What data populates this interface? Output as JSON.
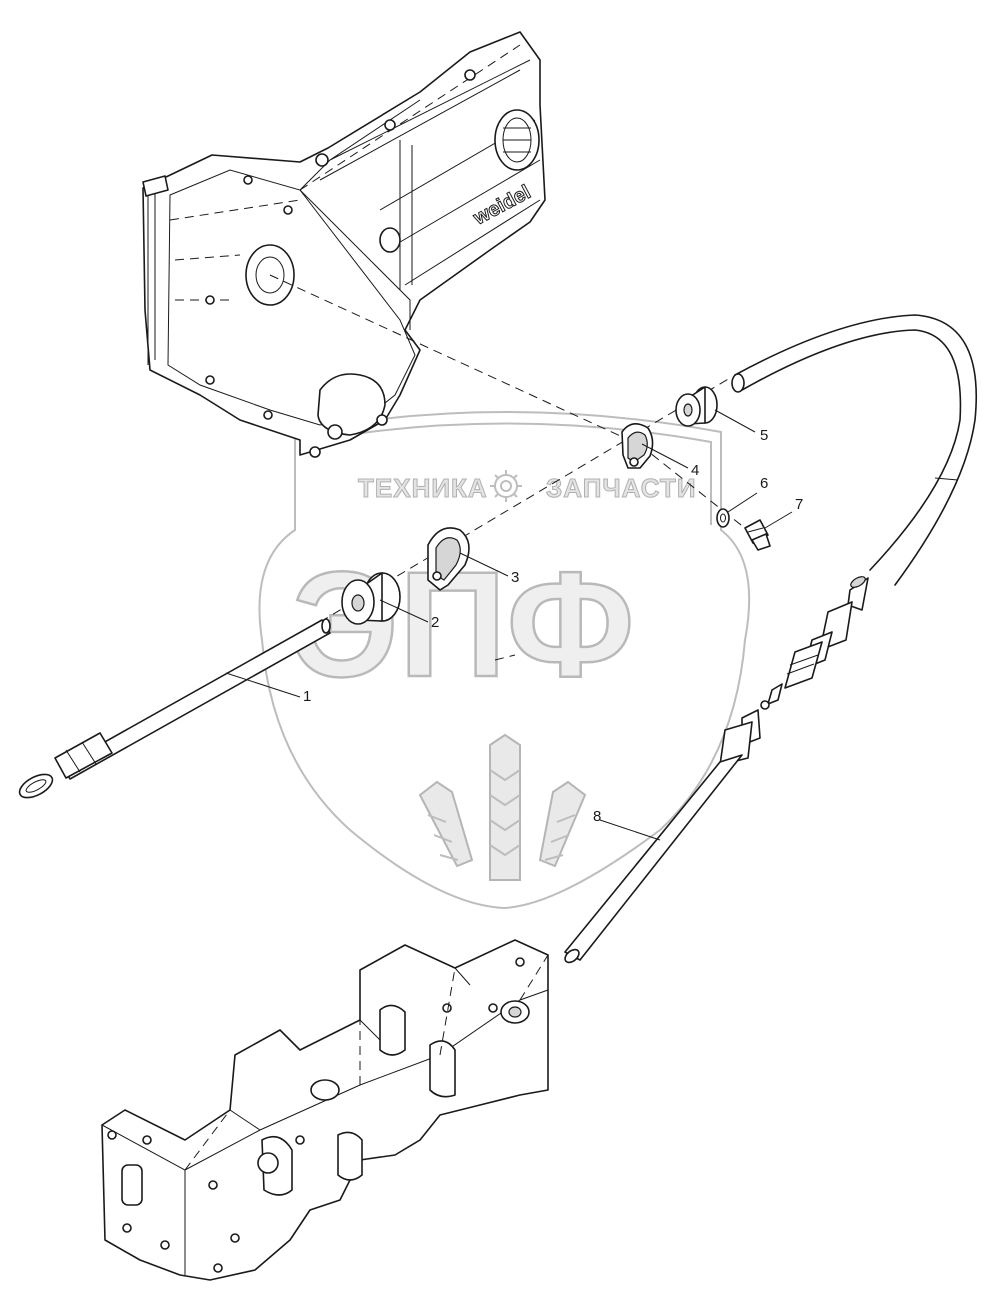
{
  "diagram": {
    "brand_text": "weidel",
    "parts": [
      {
        "id": "part-1",
        "label": "1"
      },
      {
        "id": "part-2",
        "label": "2"
      },
      {
        "id": "part-3",
        "label": "3"
      },
      {
        "id": "part-4",
        "label": "4"
      },
      {
        "id": "part-5",
        "label": "5"
      },
      {
        "id": "part-6",
        "label": "6"
      },
      {
        "id": "part-7",
        "label": "7"
      },
      {
        "id": "part-8",
        "label": "8"
      }
    ]
  },
  "watermark": {
    "top_left": "ТЕХНИКА",
    "top_right": "ЗАПЧАСТИ",
    "monogram": "ЭПФ",
    "icon": "gear-icon"
  },
  "colors": {
    "line": "#1a1a1a",
    "watermark": "#b9b9b9",
    "background": "#ffffff"
  }
}
